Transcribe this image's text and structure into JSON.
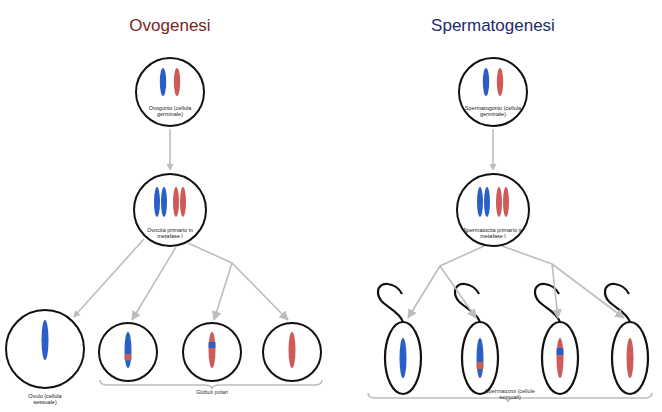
{
  "diagram": {
    "nodes": [
      {
        "text": [
          "Ovogonio (cellula germinale)"
        ]
      },
      {
        "text": [
          "Ovocita primario in metafase I"
        ]
      },
      {
        "text": [
          "Ovulo (cellula sessuale)"
        ]
      },
      {
        "text": [
          "Spermatogonio (cellula germinale)"
        ]
      },
      {
        "text": [
          "Spermatocita primario in metafase I"
        ]
      }
    ],
    "edges": [
      {
        "from": 0,
        "to": 1,
        "arrow": "to"
      },
      {
        "from": 1,
        "to": 2,
        "arrow": "to"
      },
      {
        "from": 3,
        "to": 4,
        "arrow": "to"
      }
    ],
    "labels": [
      "Ovogenesi",
      "Spermatogenesi",
      "Globuli polari",
      "Spermatozoi (cellule sessuali)"
    ]
  }
}
